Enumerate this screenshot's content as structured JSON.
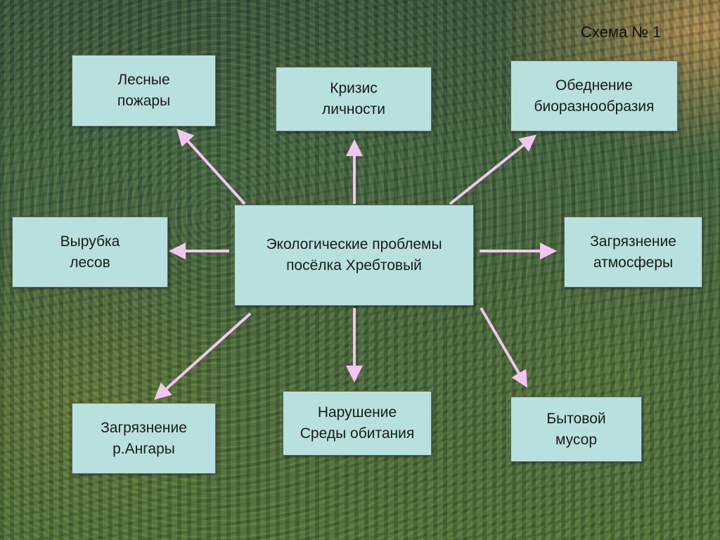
{
  "scheme_label": "Схема № 1",
  "center": "Экологические проблемы\nпосёлка Хребтовый",
  "nodes": {
    "forest_fires": "Лесные\nпожары",
    "personality_crisis": "Кризис\nличности",
    "biodiversity_loss": "Обеднение\nбиоразнообразия",
    "logging": "Вырубка\nлесов",
    "air_pollution": "Загрязнение\nатмосферы",
    "angara_pollution": "Загрязнение\nр.Ангары",
    "habitat_disruption": "Нарушение\nСреды обитания",
    "household_waste": "Бытовой\nмусор"
  },
  "colors": {
    "box_fill": "#b8e0de",
    "arrow": "#f2c6f0"
  }
}
